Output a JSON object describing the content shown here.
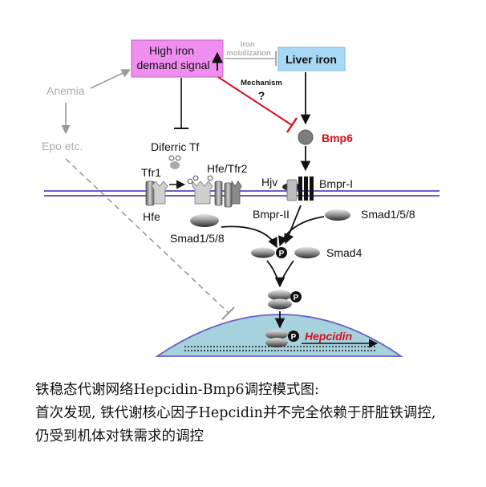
{
  "diagram": {
    "high_iron_signal": "High iron\ndemand signal",
    "iron_mobilization": "Iron\nmobilization",
    "liver_iron": "Liver iron",
    "anemia": "Anemia",
    "epo": "Epo etc.",
    "mechanism": "Mechanism",
    "question": "?",
    "diferric_tf": "Diferric Tf",
    "bmp6": "Bmp6",
    "tfr1": "Tfr1",
    "hfe_tfr2": "Hfe/Tfr2",
    "hfe": "Hfe",
    "hjv": "Hjv",
    "bmpr1": "Bmpr-I",
    "bmpr2": "Bmpr-II",
    "smad158_right": "Smad1/5/8",
    "smad158_left": "Smad1/5/8",
    "smad4": "Smad4",
    "phospho": "P",
    "hepcidin": "Hepcidin",
    "colors": {
      "signal_box": "#f08ef0",
      "liver_box": "#a9d8f5",
      "red": "#d8101a",
      "membrane": "#6a5fc4",
      "nucleus": "#a6d2de"
    }
  },
  "caption": {
    "line1": "铁稳态代谢网络Hepcidin-Bmp6调控模式图:",
    "line2": "首次发现, 铁代谢核心因子Hepcidin并不完全依赖于肝脏铁调控,",
    "line3": "仍受到机体对铁需求的调控"
  }
}
